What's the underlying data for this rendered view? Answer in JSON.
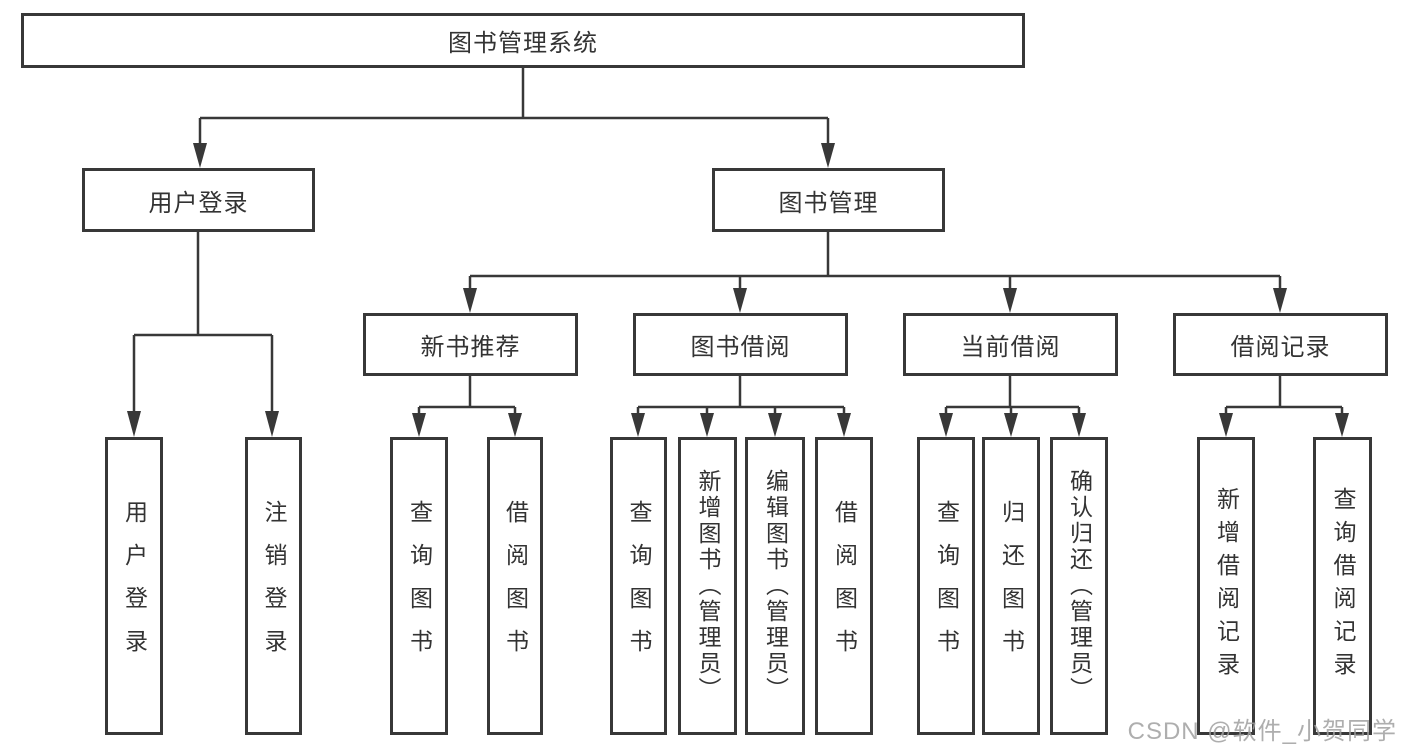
{
  "diagram": {
    "title": "图书管理系统",
    "root": {
      "label": "图书管理系统"
    },
    "level2": [
      {
        "label": "用户登录"
      },
      {
        "label": "图书管理"
      }
    ],
    "login_children": [
      {
        "label": "用户登录"
      },
      {
        "label": "注销登录"
      }
    ],
    "level3": [
      {
        "label": "新书推荐"
      },
      {
        "label": "图书借阅"
      },
      {
        "label": "当前借阅"
      },
      {
        "label": "借阅记录"
      }
    ],
    "new_book_children": [
      {
        "label": "查询图书"
      },
      {
        "label": "借阅图书"
      }
    ],
    "book_borrow_children": [
      {
        "label": "查询图书"
      },
      {
        "label": "新增图书（管理员）"
      },
      {
        "label": "编辑图书（管理员）"
      },
      {
        "label": "借阅图书"
      }
    ],
    "current_borrow_children": [
      {
        "label": "查询图书"
      },
      {
        "label": "归还图书"
      },
      {
        "label": "确认归还（管理员）"
      }
    ],
    "record_children": [
      {
        "label": "新增借阅记录"
      },
      {
        "label": "查询借阅记录"
      }
    ]
  },
  "watermark": {
    "text": "CSDN @软件_小贺同学"
  },
  "colors": {
    "line": "#383838",
    "box_border": "#383838",
    "box_fill": "#ffffff",
    "text": "#333333",
    "watermark": "#a0a0a0",
    "background": "#ffffff"
  }
}
